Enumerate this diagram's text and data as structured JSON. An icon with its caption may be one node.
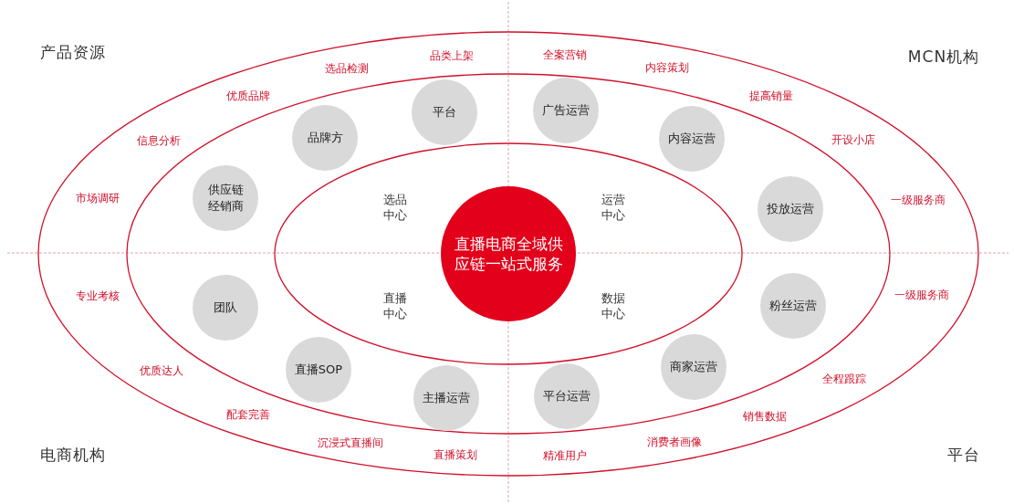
{
  "diagram": {
    "nodes": [
      {
        "text": [
          "直播电商全域供应链一站式服务"
        ]
      },
      {
        "text": [
          "广告运营"
        ]
      },
      {
        "text": [
          "平台"
        ]
      },
      {
        "text": [
          "品牌方"
        ]
      },
      {
        "text": [
          "内容运营"
        ]
      },
      {
        "text": [
          "供应链经销商"
        ]
      },
      {
        "text": [
          "投放运营"
        ]
      },
      {
        "text": [
          "粉丝运营"
        ]
      },
      {
        "text": [
          "团队"
        ]
      },
      {
        "text": [
          "商家运营"
        ]
      },
      {
        "text": [
          "直播SOP"
        ]
      },
      {
        "text": [
          "平台运营"
        ]
      },
      {
        "text": [
          "主播运营"
        ]
      }
    ],
    "labels": [
      "产品资源",
      "MCN机构",
      "全案营销",
      "品类上架",
      "内容策划",
      "选品检测",
      "优质品牌",
      "提高销量",
      "信息分析",
      "开设小店",
      "市场调研",
      "一级服务商",
      "选品中心",
      "运营中心",
      "专业考核",
      "一级服务商",
      "直播中心",
      "数据中心",
      "优质达人",
      "全程跟踪",
      "配套完善",
      "销售数据",
      "消费者画像",
      "沉浸式直播间",
      "电商机构",
      "直播策划",
      "精准用户",
      "平台"
    ]
  }
}
